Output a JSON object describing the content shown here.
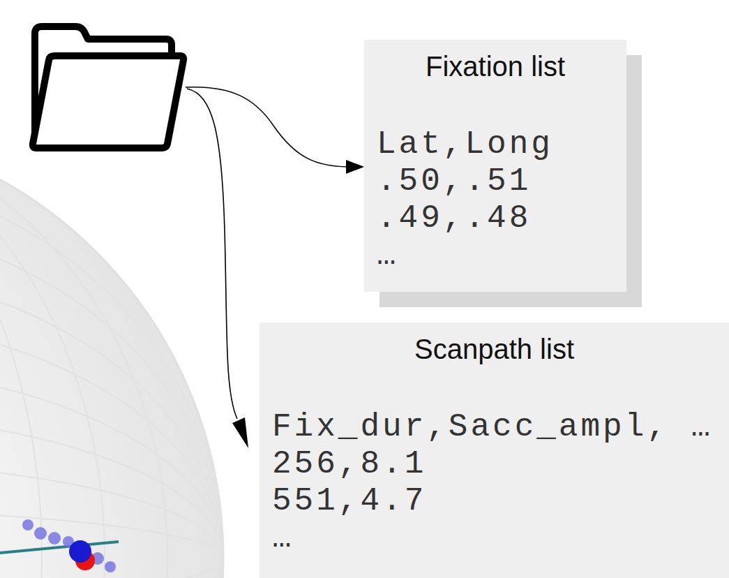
{
  "diagram": {
    "nodes": [
      {
        "text": [
          "Fixation list",
          "Lat,Long",
          ".50,.51",
          ".49,.48",
          "…"
        ]
      },
      {
        "text": [
          "Scanpath list",
          "Fix_dur,Sacc_ampl, …",
          "256,8.1",
          "551,4.7",
          "…"
        ]
      }
    ]
  }
}
